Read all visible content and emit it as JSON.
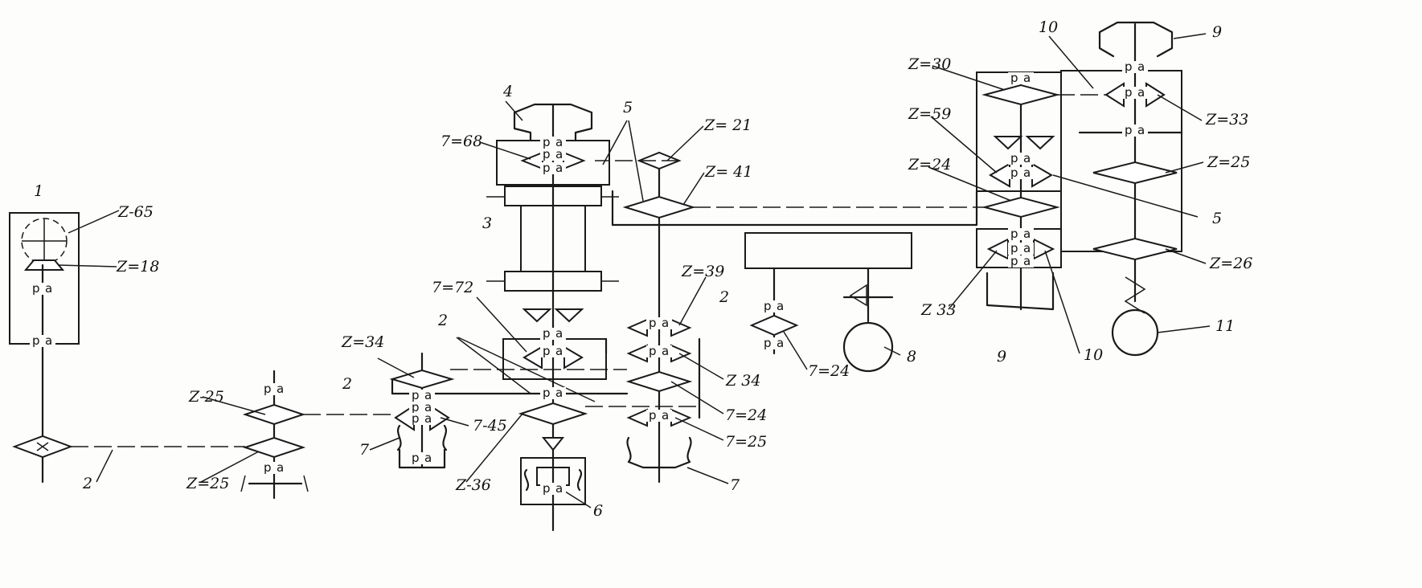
{
  "labels": {
    "l1": "1",
    "l2a": "2",
    "l2b": "2",
    "l2c": "2",
    "l2d": "2",
    "l3": "3",
    "l4": "4",
    "l5a": "5",
    "l5b": "5",
    "l6": "6",
    "l7a": "7",
    "l7b": "7",
    "l8": "8",
    "l9a": "9",
    "l9b": "9",
    "l10a": "10",
    "l10b": "10",
    "l11": "11",
    "z65": "Z-65",
    "z18": "Z=18",
    "z25a": "Z-25",
    "z25b": "Z=25",
    "z34a": "Z=34",
    "z45": "7-45",
    "z36": "Z-36",
    "z72": "7=72",
    "z68": "7=68",
    "z21": "Z= 21",
    "z41": "Z= 41",
    "z39": "Z=39",
    "z34b": "Z 34",
    "z24a": "7=24",
    "z25c": "7=25",
    "z24b": "7=24",
    "z30": "Z=30",
    "z59": "Z=59",
    "z24c": "Z=24",
    "z33a": "Z 33",
    "z33b": "Z=33",
    "z25d": "Z=25",
    "z26": "Z=26"
  },
  "bearing": {
    "p": "p",
    "a": "a"
  }
}
